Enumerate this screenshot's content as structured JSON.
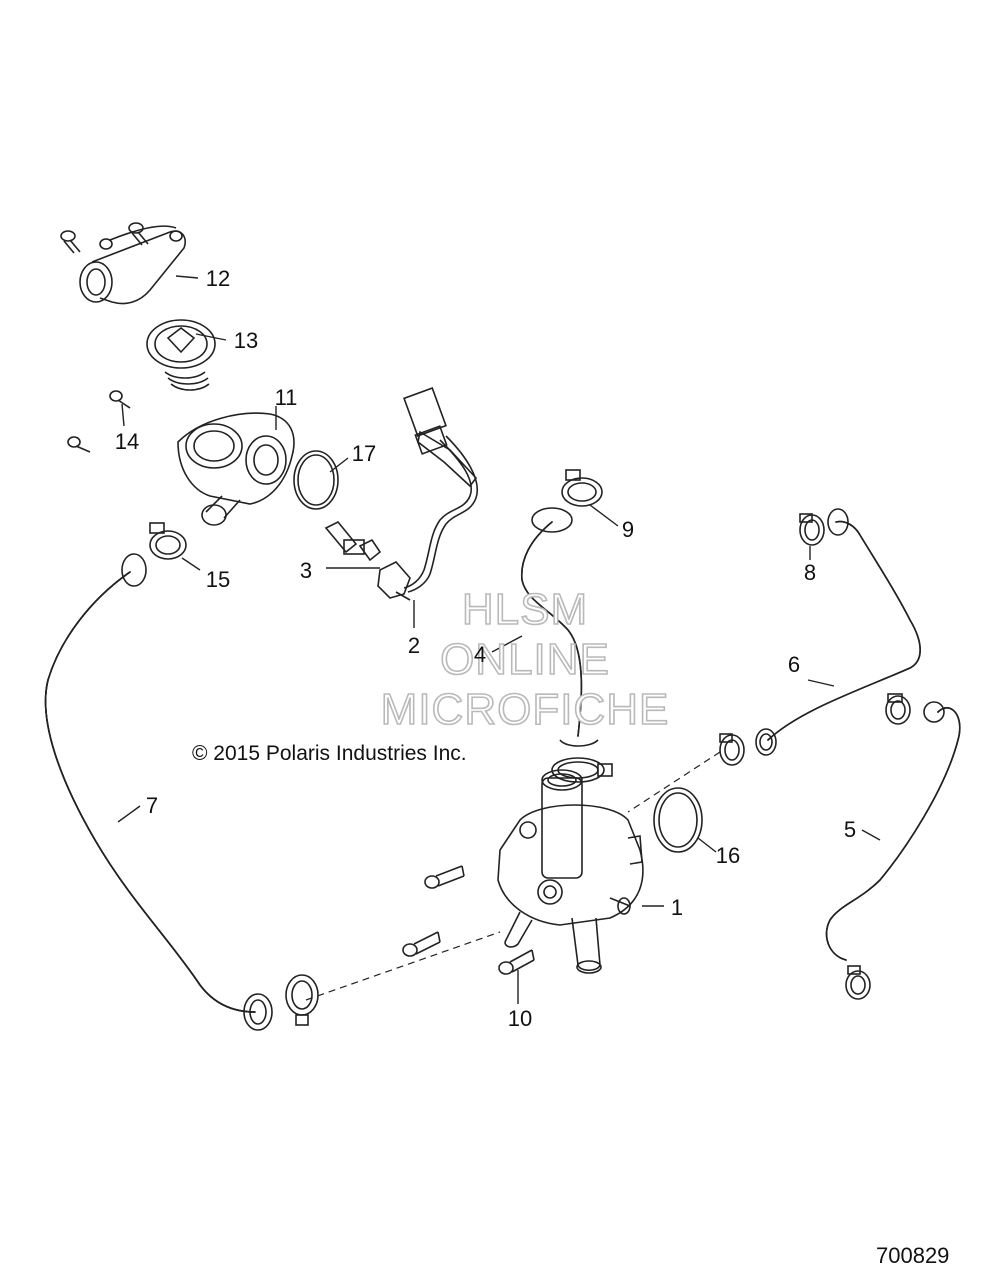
{
  "diagram": {
    "copyright": "© 2015 Polaris Industries Inc.",
    "diagram_number": "700829",
    "watermark": {
      "line1": "HLSM",
      "line2": "ONLINE",
      "line3": "MICROFICHE"
    },
    "callouts": {
      "c1": "1",
      "c2": "2",
      "c3": "3",
      "c4": "4",
      "c5": "5",
      "c6": "6",
      "c7": "7",
      "c8": "8",
      "c9": "9",
      "c10": "10",
      "c11": "11",
      "c12": "12",
      "c13": "13",
      "c14": "14",
      "c15": "15",
      "c16": "16",
      "c17": "17"
    }
  }
}
